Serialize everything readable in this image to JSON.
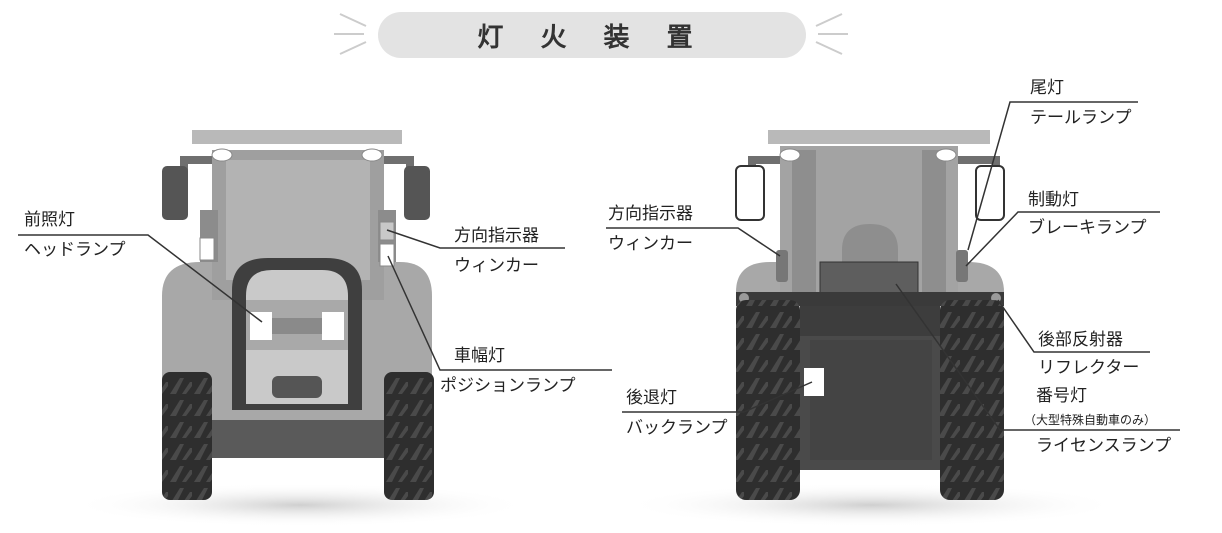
{
  "title": "灯 火 装 置",
  "front": {
    "headlamp": {
      "name": "前照灯",
      "sub": "ヘッドランプ"
    },
    "turn_signal": {
      "name": "方向指示器",
      "sub": "ウィンカー"
    },
    "position_lamp": {
      "name": "車幅灯",
      "sub": "ポジションランプ"
    }
  },
  "rear": {
    "tail_lamp": {
      "name": "尾灯",
      "sub": "テールランプ"
    },
    "turn_signal": {
      "name": "方向指示器",
      "sub": "ウィンカー"
    },
    "brake_lamp": {
      "name": "制動灯",
      "sub": "ブレーキランプ"
    },
    "reflector": {
      "name": "後部反射器",
      "sub": "リフレクター"
    },
    "reverse_lamp": {
      "name": "後退灯",
      "sub": "バックランプ"
    },
    "license_lamp": {
      "name": "番号灯",
      "note": "（大型特殊自動車のみ）",
      "sub": "ライセンスランプ"
    }
  },
  "colors": {
    "body": "#b9b9b9",
    "dark": "#6f6f6f",
    "darker": "#4a4a4a",
    "tire": "#2e2e2e",
    "lamp": "#ffffff",
    "line": "#333333"
  }
}
